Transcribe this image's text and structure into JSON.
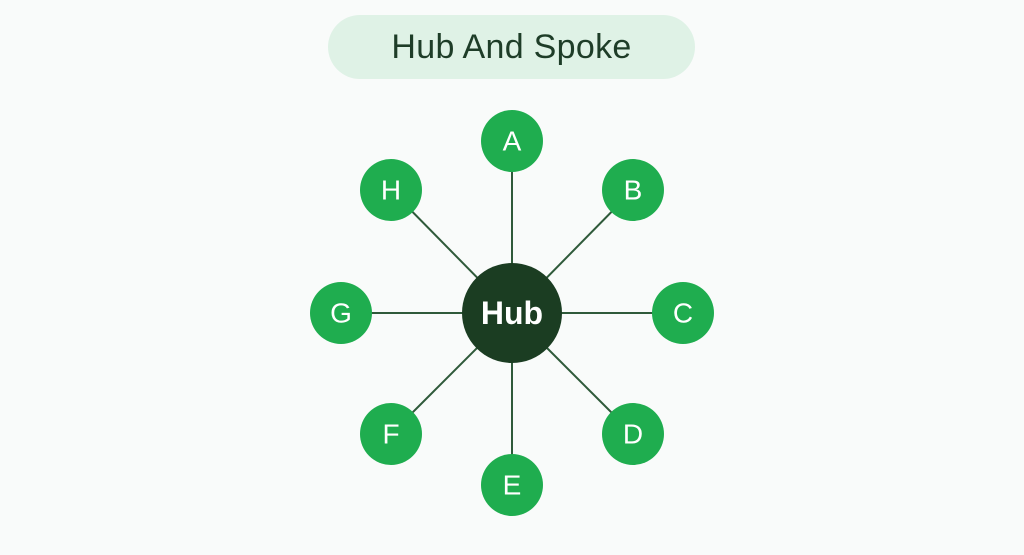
{
  "title": "Hub And Spoke",
  "hub": {
    "label": "Hub"
  },
  "spokes": [
    {
      "label": "A"
    },
    {
      "label": "B"
    },
    {
      "label": "C"
    },
    {
      "label": "D"
    },
    {
      "label": "E"
    },
    {
      "label": "F"
    },
    {
      "label": "G"
    },
    {
      "label": "H"
    }
  ],
  "colors": {
    "title_background": "#dff2e6",
    "title_text": "#1e3d28",
    "spoke_node": "#1fad4f",
    "hub_node": "#1b3d22",
    "connector": "#2f5a3a",
    "background": "#f9fbfa"
  }
}
